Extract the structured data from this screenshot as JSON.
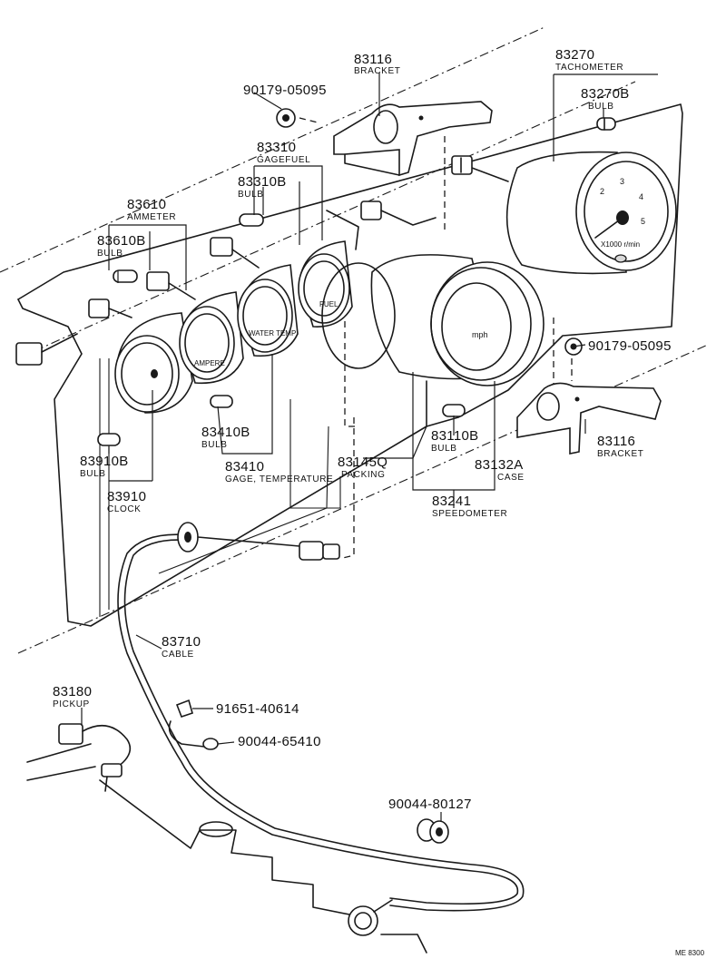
{
  "parts": [
    {
      "id": "p83116a",
      "number": "83116",
      "name": "BRACKET"
    },
    {
      "id": "p83270",
      "number": "83270",
      "name": "TACHOMETER"
    },
    {
      "id": "p90179a",
      "number": "90179-05095",
      "name": ""
    },
    {
      "id": "p83270b",
      "number": "83270B",
      "name": "BULB"
    },
    {
      "id": "p83310",
      "number": "83310",
      "name": "GAGEFUEL"
    },
    {
      "id": "p83310b",
      "number": "83310B",
      "name": "BULB"
    },
    {
      "id": "p83610",
      "number": "83610",
      "name": "AMMETER"
    },
    {
      "id": "p83610b",
      "number": "83610B",
      "name": "BULB"
    },
    {
      "id": "p90179b",
      "number": "90179-05095",
      "name": ""
    },
    {
      "id": "p83410b",
      "number": "83410B",
      "name": "BULB"
    },
    {
      "id": "p83910b",
      "number": "83910B",
      "name": "BULB"
    },
    {
      "id": "p83410",
      "number": "83410",
      "name": "GAGE, TEMPERATURE"
    },
    {
      "id": "p83145q",
      "number": "83145Q",
      "name": "PACKING"
    },
    {
      "id": "p83110b",
      "number": "83110B",
      "name": "BULB"
    },
    {
      "id": "p83132a",
      "number": "83132A",
      "name": "CASE"
    },
    {
      "id": "p83116b",
      "number": "83116",
      "name": "BRACKET"
    },
    {
      "id": "p83910",
      "number": "83910",
      "name": "CLOCK"
    },
    {
      "id": "p83241",
      "number": "83241",
      "name": "SPEEDOMETER"
    },
    {
      "id": "p83710",
      "number": "83710",
      "name": "CABLE"
    },
    {
      "id": "p83180",
      "number": "83180",
      "name": "PICKUP"
    },
    {
      "id": "p91651",
      "number": "91651-40614",
      "name": ""
    },
    {
      "id": "p90044a",
      "number": "90044-65410",
      "name": ""
    },
    {
      "id": "p90044b",
      "number": "90044-80127",
      "name": ""
    }
  ],
  "dial_text": {
    "amp": "AMPERE",
    "temp": "WATER TEMP",
    "fuel": "FUEL",
    "speed_unit": "mph",
    "tach_unit": "X1000 r/min"
  },
  "tach_numbers": [
    "2",
    "3",
    "4",
    "5"
  ],
  "diagram_code": "ME 8300"
}
